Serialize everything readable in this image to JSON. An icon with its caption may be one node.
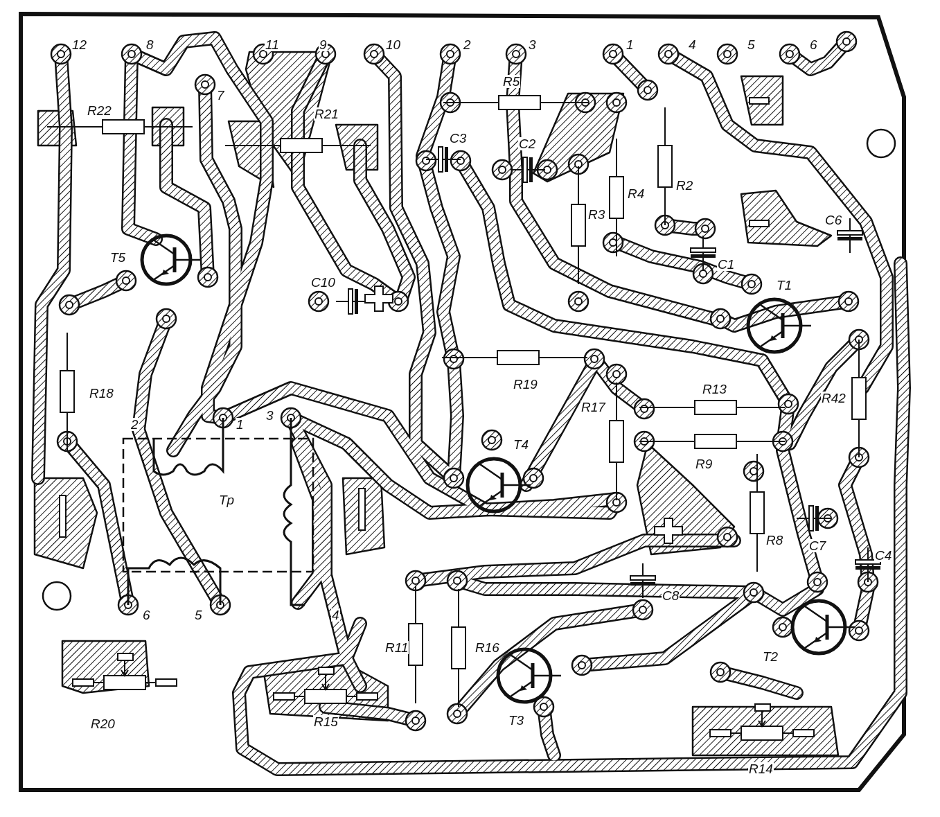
{
  "diagram": {
    "labels": [
      "12",
      "8",
      "11",
      "9",
      "10",
      "2",
      "3",
      "1",
      "4",
      "5",
      "6",
      "7",
      "R22",
      "R5",
      "R21",
      "C3",
      "C2",
      "R2",
      "R4",
      "R3",
      "C6",
      "C1",
      "T5",
      "C10",
      "T1",
      "R18",
      "R19",
      "R17",
      "R13",
      "R42",
      "2",
      "1",
      "3",
      "T4",
      "R9",
      "Tp",
      "R8",
      "C7",
      "C4",
      "C8",
      "6",
      "5",
      "4",
      "T2",
      "R11",
      "R16",
      "R20",
      "R15",
      "T3",
      "R14"
    ]
  }
}
